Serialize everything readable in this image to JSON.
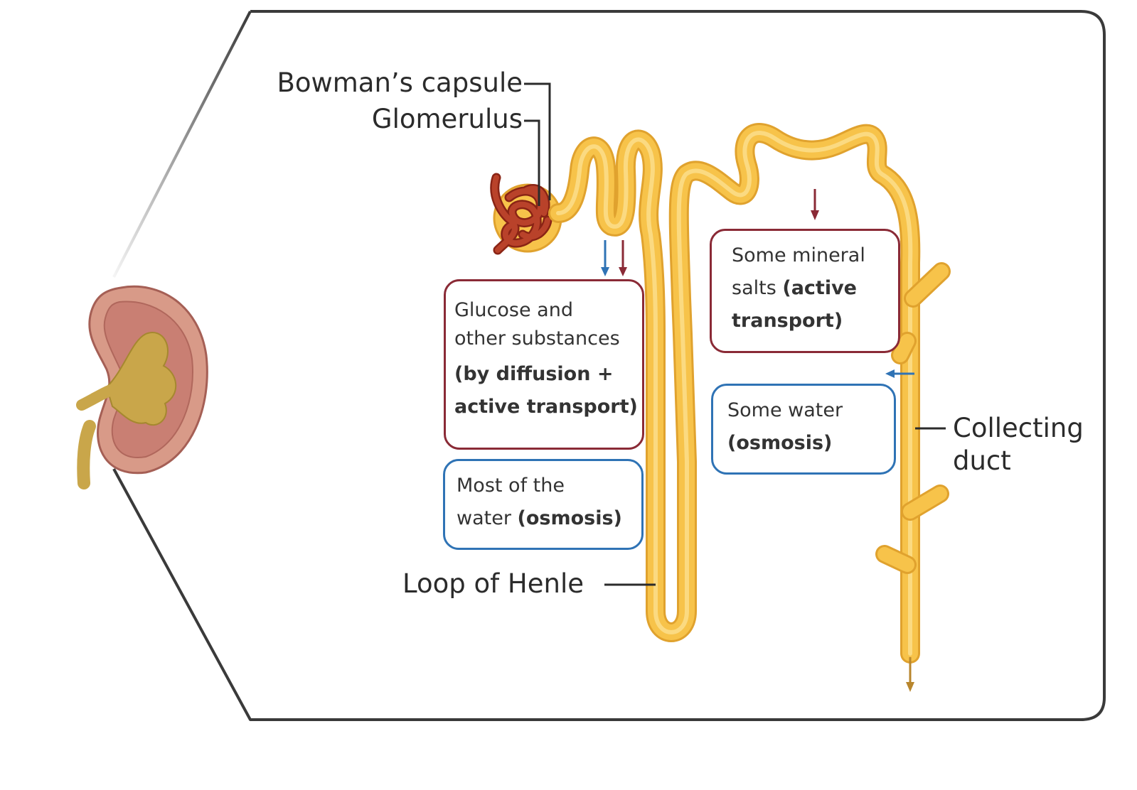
{
  "labels": {
    "bowmans_capsule": "Bowman’s capsule",
    "glomerulus": "Glomerulus",
    "loop_of_henle": "Loop of Henle",
    "collecting_duct_line1": "Collecting",
    "collecting_duct_line2": "duct"
  },
  "boxes": {
    "glucose": {
      "line1": "Glucose and",
      "line2": "other substances",
      "line3": "(by diffusion +",
      "line4": "active transport)"
    },
    "most_water": {
      "line1": "Most of the",
      "line2_plain": "water ",
      "line2_bold": "(osmosis)"
    },
    "mineral_salts": {
      "line1": "Some mineral",
      "line2_plain": "salts ",
      "line2_bold": "(active",
      "line3": "transport)"
    },
    "some_water": {
      "line1": "Some water",
      "line2": "(osmosis)"
    }
  },
  "colors": {
    "frame": "#3a3a3a",
    "tubule_fill": "#f7c34a",
    "tubule_edge": "#e0a22e",
    "glomerulus": "#a6321f",
    "red_arrow": "#8a2a36",
    "blue_arrow": "#2f73b5",
    "outflow_arrow": "#b8862d",
    "kidney_cortex": "#d89a88",
    "kidney_pelvis": "#c9a64a"
  }
}
